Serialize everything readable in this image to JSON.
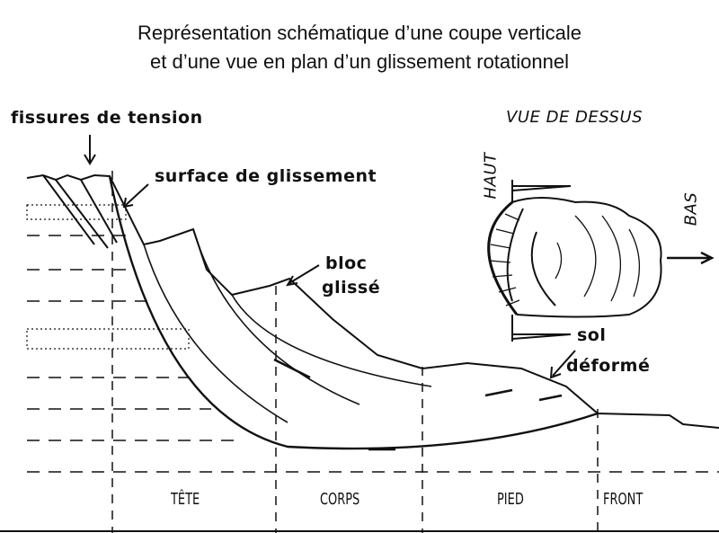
{
  "title": {
    "line1": "Représentation schématique d’une coupe verticale",
    "line2": "et d’une vue en plan d’un glissement rotationnel"
  },
  "labels": {
    "fissures": "fissures de tension",
    "surface": "surface de glissement",
    "bloc": "bloc",
    "glisse": "glissé",
    "vue": "VUE DE DESSUS",
    "haut": "HAUT",
    "bas": "BAS",
    "sol": "sol",
    "deforme": "déformé"
  },
  "zones": [
    "TÊTE",
    "CORPS",
    "PIED",
    "FRONT"
  ]
}
